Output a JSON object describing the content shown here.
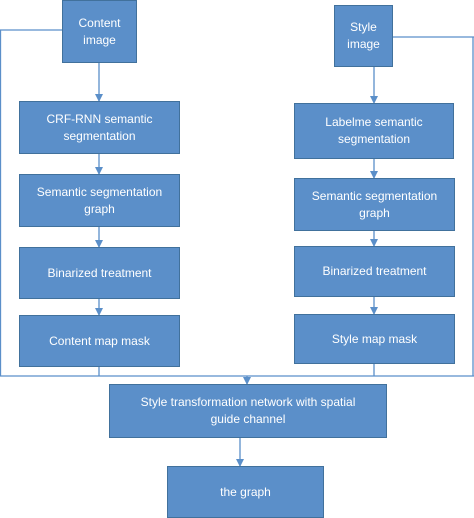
{
  "nodes": {
    "content_image": "Content\nimage",
    "style_image": "Style\nimage",
    "crf_rnn": "CRF-RNN semantic\nsegmentation",
    "labelme": "Labelme semantic\nsegmentation",
    "content_graph": "Semantic segmentation\ngraph",
    "style_graph": "Semantic segmentation\ngraph",
    "content_binarized": "Binarized treatment",
    "style_binarized": "Binarized treatment",
    "content_mask": "Content map mask",
    "style_mask": "Style map mask",
    "transform_network": "Style transformation network with spatial\nguide channel",
    "output": "the graph"
  },
  "colors": {
    "node_fill": "#5b8fc9",
    "node_border": "#41719c",
    "edge": "#5b8fc9",
    "text": "#ffffff"
  }
}
